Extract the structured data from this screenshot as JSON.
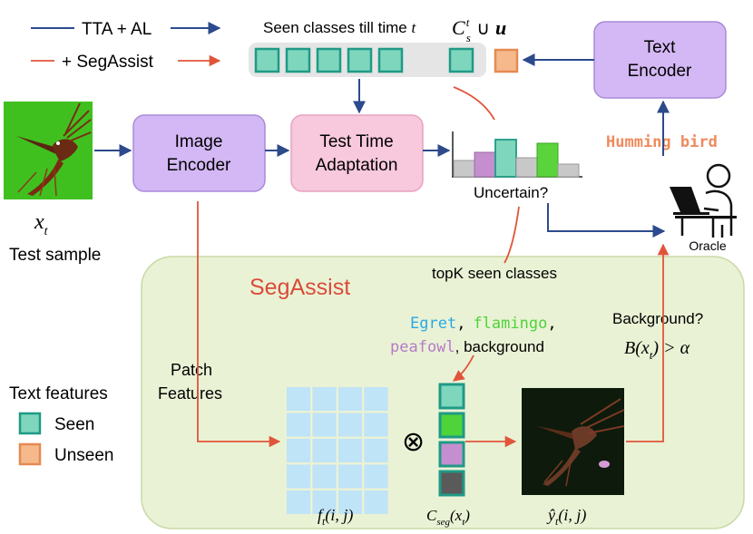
{
  "legend_top": {
    "tta_al": "TTA + AL",
    "segassist": "+ SegAssist"
  },
  "seen_classes_title": "Seen classes till time",
  "seen_classes_t": "t",
  "union_expr": {
    "C": "C",
    "sub": "s",
    "sup": "t",
    "op": "∪",
    "u": "u"
  },
  "text_encoder": {
    "line1": "Text",
    "line2": "Encoder"
  },
  "image_encoder": {
    "line1": "Image",
    "line2": "Encoder"
  },
  "tta": {
    "line1": "Test Time",
    "line2": "Adaptation"
  },
  "humming_bird": "Humming bird",
  "uncertain": "Uncertain?",
  "oracle": "Oracle",
  "test_sample": {
    "symbol": "x",
    "sub": "t",
    "label": "Test sample"
  },
  "segassist_title": "SegAssist",
  "topk": "topK seen classes",
  "class_list": {
    "egret": "Egret",
    "comma1": ",",
    "flamingo": "flamingo",
    "comma2": ",",
    "peafowl": "peafowl",
    "rest": ", background"
  },
  "background_q": "Background?",
  "bg_expr": {
    "B": "B(",
    "x": "x",
    "sub": "t",
    "rest": ") > α"
  },
  "patch_features": {
    "line1": "Patch",
    "line2": "Features"
  },
  "text_features": {
    "title": "Text features",
    "seen": "Seen",
    "unseen": "Unseen"
  },
  "otimes": "⊗",
  "formulas": {
    "f": {
      "main": "f",
      "sub": "t",
      "rest": "(i, j)"
    },
    "c": {
      "main": "C",
      "sub": "seg",
      "rest": "(x",
      "sub2": "t",
      "end": ")"
    },
    "y": {
      "main": "ŷ",
      "sub": "t",
      "rest": "(i, j)"
    }
  },
  "colors": {
    "blue_arrow": "#2c4a8c",
    "red_arrow": "#e0553a",
    "seen_fill": "#7ed6bd",
    "seen_stroke": "#1f9a86",
    "unseen_fill": "#f5b98b",
    "unseen_stroke": "#e58a52",
    "encoder_fill": "#d4b8f5",
    "tta_fill": "#f8c8dc",
    "segassist_panel": "#eaf2d5",
    "segassist_title": "#d94c3a",
    "egret": "#29a9e6",
    "flamingo": "#4ed33a",
    "peafowl": "#b57bc7",
    "humming_bird": "#f08a5d"
  }
}
